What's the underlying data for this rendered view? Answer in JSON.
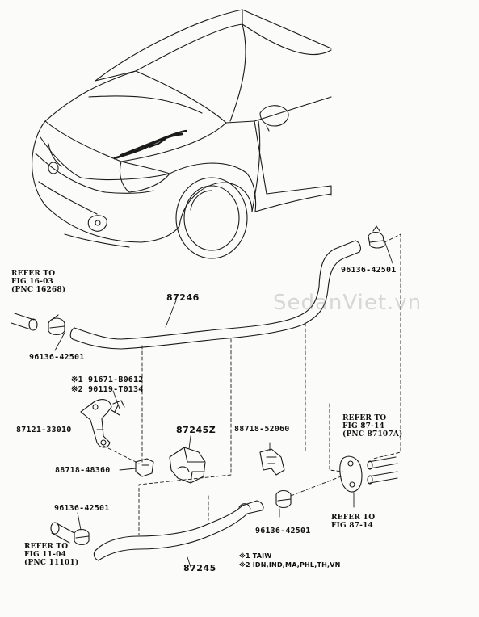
{
  "watermark": "SedanViet.vn",
  "refs": {
    "ref_top_left": [
      "REFER TO",
      "FIG 16-03",
      "(PNC 16268)"
    ],
    "ref_bottom_left": [
      "REFER TO",
      "FIG 11-04",
      "(PNC 11101)"
    ],
    "ref_right_upper": [
      "REFER TO",
      "FIG 87-14",
      "(PNC 87107A)"
    ],
    "ref_right_lower": [
      "REFER TO",
      "FIG 87-14"
    ]
  },
  "parts": {
    "p87246": "87246",
    "p87245": "87245",
    "p87245z": "87245Z",
    "clamp_top_right": "96136-42501",
    "clamp_left_upper": "96136-42501",
    "clamp_left_lower": "96136-42501",
    "clamp_center_lower": "96136-42501",
    "bolt_1": "※1 91671-B0612",
    "bolt_2": "※2 90119-T0134",
    "bracket": "87121-33010",
    "clip_left": "88718-48360",
    "clip_right": "88718-52060"
  },
  "notes": {
    "n1": "※1  TAIW",
    "n2": "※2  IDN,IND,MA,PHL,TH,VN"
  }
}
